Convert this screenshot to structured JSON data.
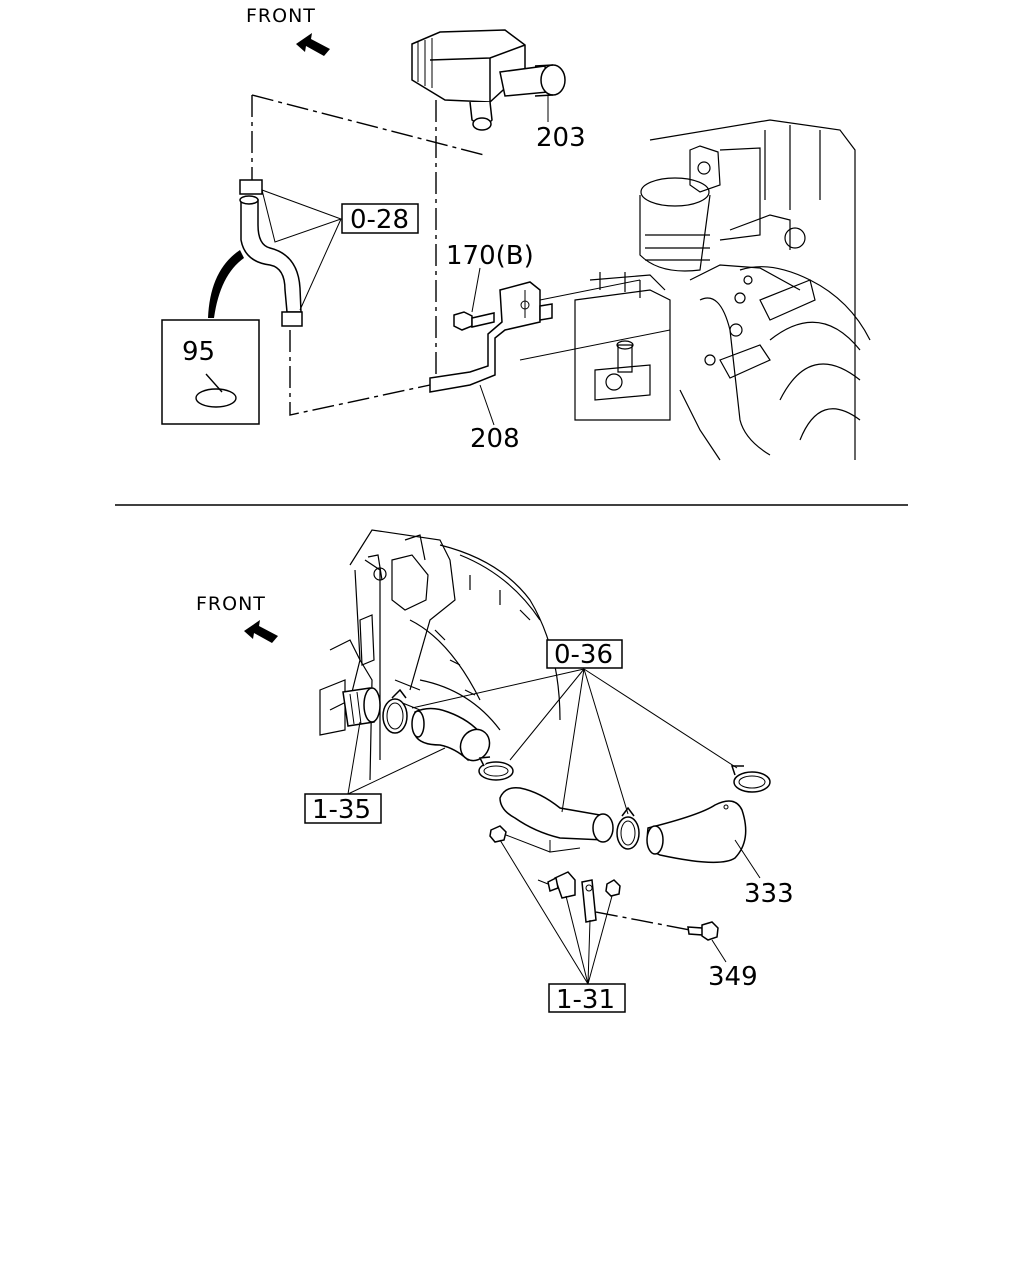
{
  "top": {
    "front": "FRONT",
    "ref_box": "0-28",
    "inset_label": "95",
    "labels": {
      "part_203": "203",
      "part_170b": "170(B)",
      "part_208": "208"
    }
  },
  "bottom": {
    "front": "FRONT",
    "ref_box_a": "0-36",
    "ref_box_b": "1-35",
    "ref_box_c": "1-31",
    "labels": {
      "part_333": "333",
      "part_349": "349"
    }
  }
}
